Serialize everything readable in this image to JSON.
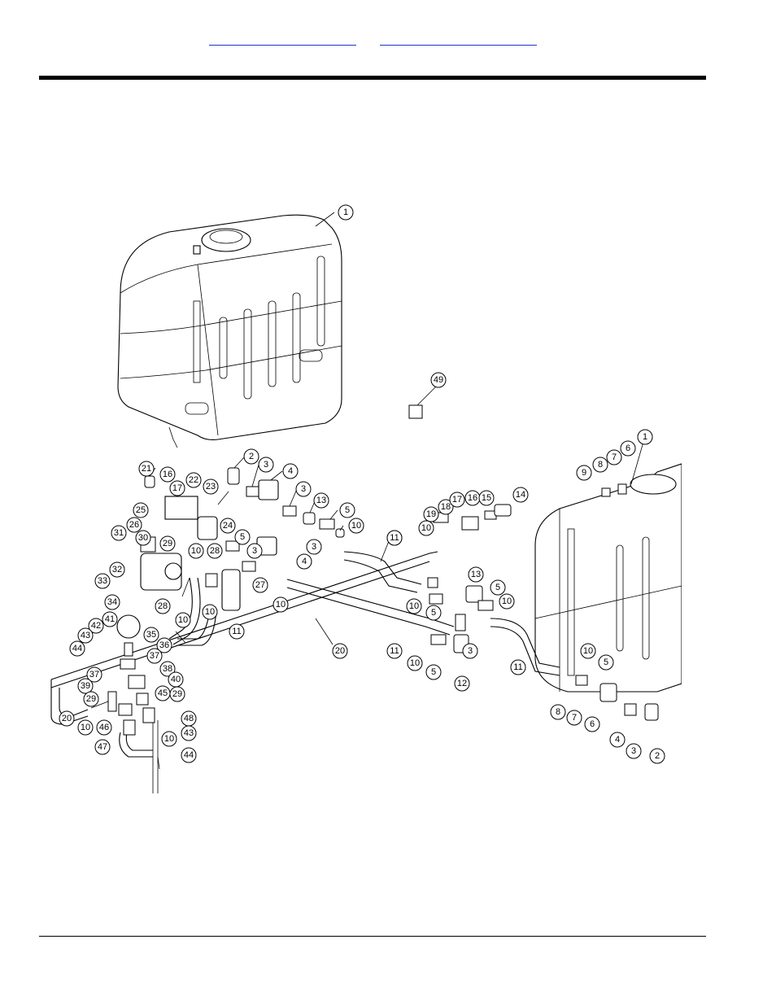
{
  "header": {
    "link_left": "",
    "link_right": ""
  },
  "diagram": {
    "callouts": [
      "1",
      "2",
      "3",
      "4",
      "5",
      "6",
      "7",
      "8",
      "9",
      "10",
      "11",
      "12",
      "13",
      "14",
      "15",
      "16",
      "17",
      "18",
      "19",
      "20",
      "21",
      "22",
      "23",
      "24",
      "25",
      "26",
      "27",
      "28",
      "29",
      "30",
      "31",
      "32",
      "33",
      "34",
      "35",
      "36",
      "37",
      "38",
      "39",
      "40",
      "41",
      "42",
      "43",
      "44",
      "45",
      "46",
      "47",
      "48",
      "49"
    ]
  }
}
